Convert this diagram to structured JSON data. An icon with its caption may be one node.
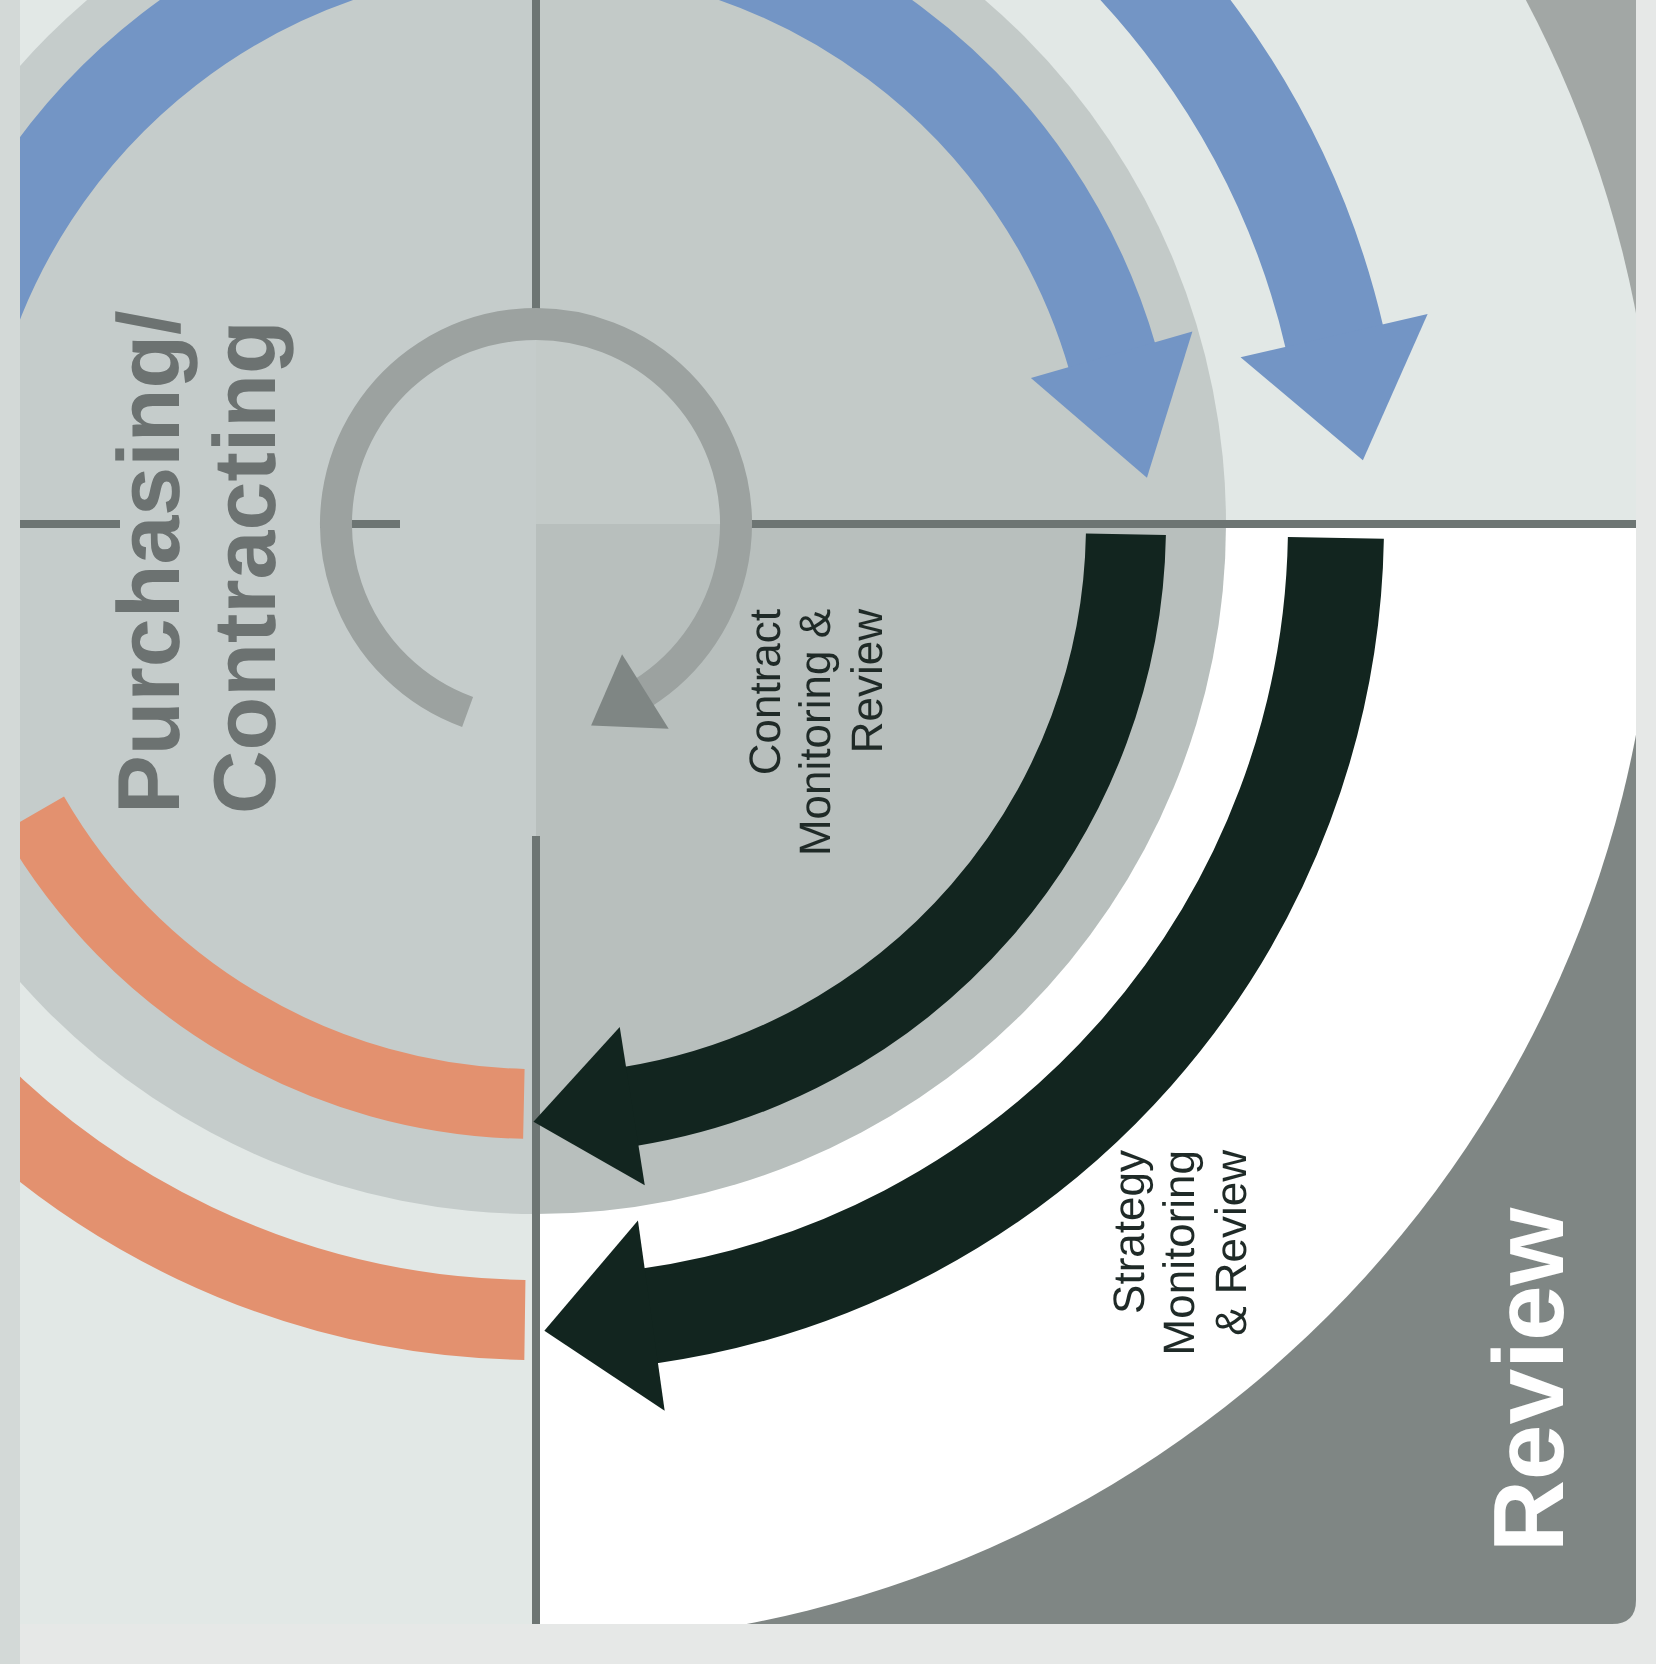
{
  "diagram": {
    "labels": [
      "Purchasing/ Contracting",
      "Contract Monitoring & Review",
      "Strategy Monitoring & Review",
      "Review"
    ]
  }
}
